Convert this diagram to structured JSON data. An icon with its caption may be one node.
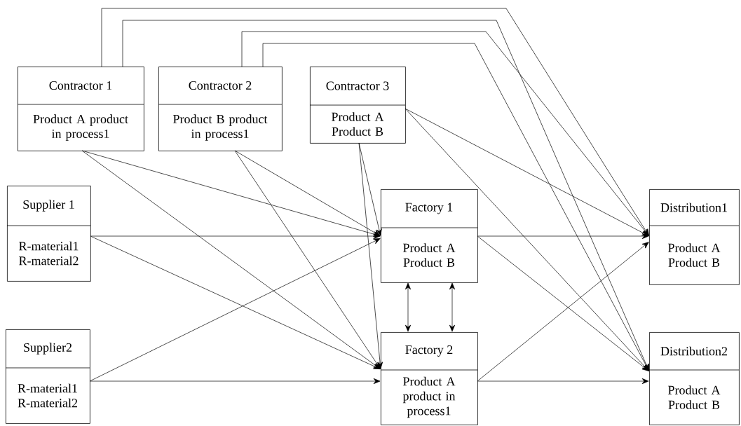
{
  "diagram": {
    "nodes": [
      {
        "text": [
          "Contractor 1",
          "Product A product in process1"
        ]
      },
      {
        "text": [
          "Contractor 2",
          "Product B product in process1"
        ]
      },
      {
        "text": [
          "Contractor 3",
          "Product A Product B"
        ]
      },
      {
        "text": [
          "Supplier 1",
          "R-material1 R-material2"
        ]
      },
      {
        "text": [
          "Supplier2",
          "R-material1 R-material2"
        ]
      },
      {
        "text": [
          "Factory 1",
          "Product A Product B"
        ]
      },
      {
        "text": [
          "Factory 2",
          "Product A product in process1"
        ]
      },
      {
        "text": [
          "Distribution1",
          "Product A Product B"
        ]
      },
      {
        "text": [
          "Distribution2",
          "Product A Product B"
        ]
      }
    ],
    "edges": [
      {
        "from": 0,
        "to": 5,
        "arrow": "to"
      },
      {
        "from": 0,
        "to": 6,
        "arrow": "to"
      },
      {
        "from": 0,
        "to": 7,
        "arrow": "to"
      },
      {
        "from": 0,
        "to": 8,
        "arrow": "to"
      },
      {
        "from": 1,
        "to": 5,
        "arrow": "to"
      },
      {
        "from": 1,
        "to": 6,
        "arrow": "to"
      },
      {
        "from": 1,
        "to": 7,
        "arrow": "to"
      },
      {
        "from": 1,
        "to": 8,
        "arrow": "to"
      },
      {
        "from": 2,
        "to": 5,
        "arrow": "to"
      },
      {
        "from": 2,
        "to": 6,
        "arrow": "to"
      },
      {
        "from": 2,
        "to": 7,
        "arrow": "to"
      },
      {
        "from": 2,
        "to": 8,
        "arrow": "to"
      },
      {
        "from": 3,
        "to": 5,
        "arrow": "to"
      },
      {
        "from": 3,
        "to": 6,
        "arrow": "to"
      },
      {
        "from": 4,
        "to": 5,
        "arrow": "to"
      },
      {
        "from": 4,
        "to": 6,
        "arrow": "to"
      },
      {
        "from": 5,
        "to": 7,
        "arrow": "to"
      },
      {
        "from": 5,
        "to": 8,
        "arrow": "to"
      },
      {
        "from": 6,
        "to": 7,
        "arrow": "to"
      },
      {
        "from": 6,
        "to": 8,
        "arrow": "to"
      },
      {
        "from": 5,
        "to": 6,
        "arrow": "both"
      },
      {
        "from": 5,
        "to": 6,
        "arrow": "both"
      }
    ]
  }
}
